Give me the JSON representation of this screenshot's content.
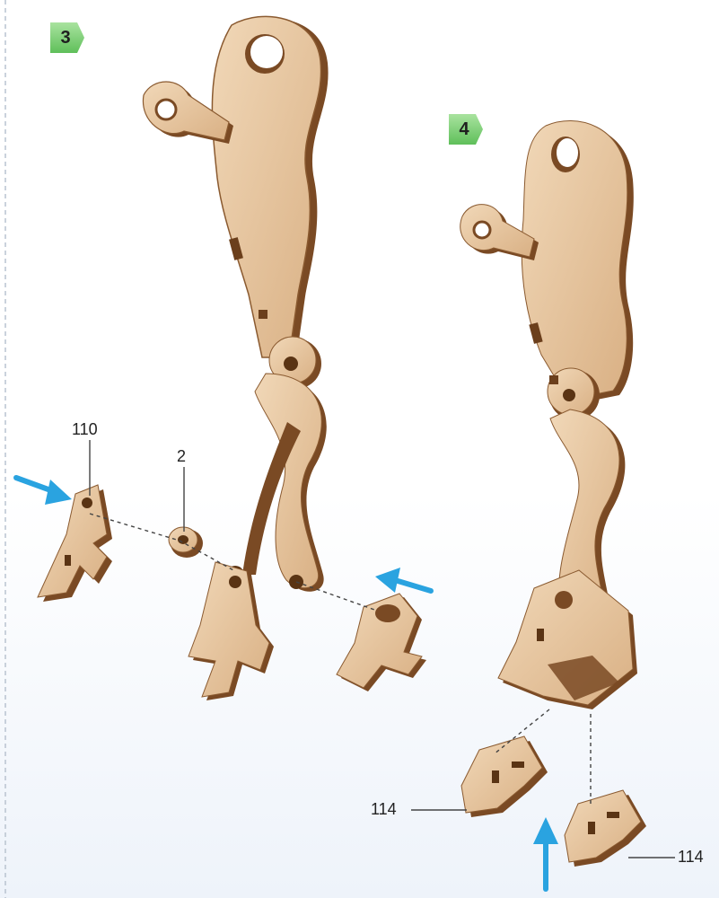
{
  "steps": [
    {
      "number": "3"
    },
    {
      "number": "4"
    }
  ],
  "part_labels": {
    "step3_left": "110",
    "step3_mid": "2",
    "step4_left": "114",
    "step4_right": "114"
  },
  "colors": {
    "wood_light": "#e9c9a3",
    "wood_mid": "#d8ad7f",
    "wood_edge": "#7a4a24",
    "badge_green": "#7ed07a",
    "arrow_blue": "#2aa3e0",
    "leader": "#444444"
  }
}
